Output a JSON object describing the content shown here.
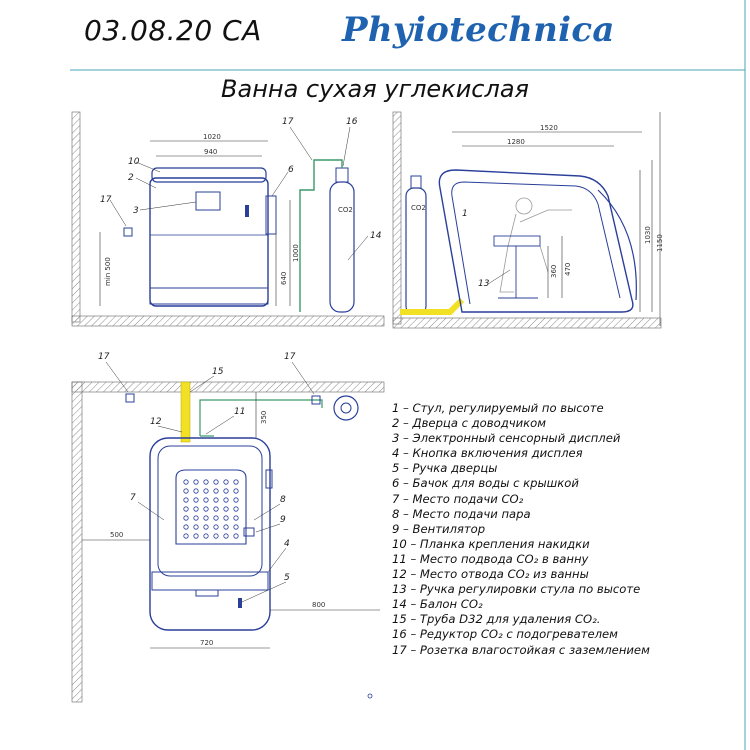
{
  "header": {
    "doc_code": "03.08.20 CA",
    "brand": "Phyiotechnica"
  },
  "title": "Ванна сухая углекислая",
  "colors": {
    "brand_blue": "#1f63b0",
    "outline_blue": "#2a3f9a",
    "pipe_green": "#3a9a6a",
    "pipe_yellow": "#f2e024",
    "wall_hatch": "#888888",
    "teal_line": "#4aa3b8"
  },
  "front_view": {
    "dims": {
      "width_outer": "1020",
      "width_inner": "940",
      "height_640": "640",
      "height_1000": "1000",
      "height_500": "min 500"
    },
    "callouts": {
      "c10": "10",
      "c2": "2",
      "c3": "3",
      "c17": "17",
      "c6": "6",
      "c17b": "17",
      "c16": "16",
      "c14": "14",
      "co2": "CO2"
    }
  },
  "side_view": {
    "dims": {
      "len_1520": "1520",
      "len_1280": "1280",
      "h_1030": "1030",
      "h_1150": "1150",
      "h_360": "360",
      "h_470": "470"
    },
    "callouts": {
      "c1": "1",
      "c13": "13",
      "co2": "CO2"
    }
  },
  "plan_view": {
    "dims": {
      "d350": "350",
      "d500": "500",
      "d800": "800",
      "d720": "720"
    },
    "callouts": {
      "c17a": "17",
      "c15": "15",
      "c17b": "17",
      "c12": "12",
      "c11": "11",
      "c7": "7",
      "c8": "8",
      "c9": "9",
      "c4": "4",
      "c5": "5"
    }
  },
  "legend": [
    "1 – Стул, регулируемый по высоте",
    "2 – Дверца с доводчиком",
    "3 – Электронный сенсорный дисплей",
    "4 – Кнопка включения дисплея",
    "5 – Ручка дверцы",
    "6 – Бачок для воды с крышкой",
    "7 – Место подачи CO₂",
    "8 – Место подачи пара",
    "9 – Вентилятор",
    "10 – Планка крепления накидки",
    "11 – Место подвода CO₂ в ванну",
    "12 – Место отвода CO₂ из ванны",
    "13 – Ручка регулировки стула по высоте",
    "14 – Балон CO₂",
    "15 – Труба D32 для удаления CO₂.",
    "16 – Редуктор CO₂ с подогревателем",
    "17 – Розетка влагостойкая с заземлением"
  ]
}
